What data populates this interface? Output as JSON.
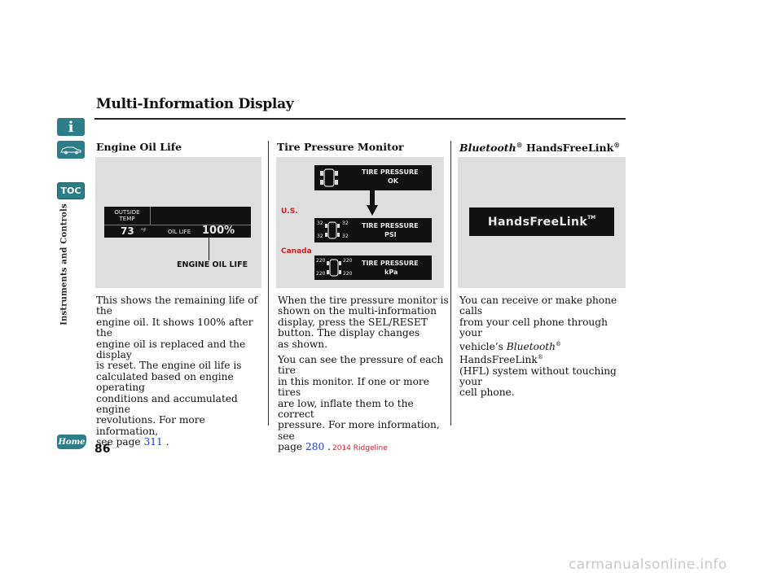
{
  "page": {
    "title": "Multi-Information Display",
    "section_label": "Instruments and Controls",
    "page_number": "86",
    "footer_text": "2014 Ridgeline",
    "watermark": "carmanualsonline.info"
  },
  "nav": {
    "info_icon": "i",
    "car_icon": "car-icon",
    "toc_label": "TOC",
    "home_label": "Home"
  },
  "columns": {
    "oil": {
      "heading": "Engine Oil Life",
      "display": {
        "outside_label_1": "OUTSIDE",
        "outside_label_2": "TEMP",
        "temp_value": "73",
        "temp_unit": "°F",
        "oil_label": "OIL LIFE",
        "oil_value": "100%"
      },
      "callout": "ENGINE OIL LIFE",
      "body_lines": [
        "This shows the remaining life of the",
        "engine oil. It shows 100% after the",
        "engine oil is replaced and the display",
        "is reset. The engine oil life is",
        "calculated based on engine operating",
        "conditions and accumulated engine",
        "revolutions. For more information,"
      ],
      "see_page_text": "see page",
      "see_page_link": "311",
      "see_page_end": "."
    },
    "tire": {
      "heading": "Tire Pressure Monitor",
      "screen1": {
        "line1": "TIRE PRESSURE",
        "line2": "OK"
      },
      "screen2": {
        "line1": "TIRE PRESSURE",
        "line2": "PSI",
        "values": [
          "32",
          "32",
          "32",
          "32"
        ]
      },
      "screen3": {
        "line1": "TIRE PRESSURE",
        "line2": "kPa",
        "values": [
          "220",
          "220",
          "220",
          "220"
        ]
      },
      "label_us": "U.S.",
      "label_canada": "Canada",
      "para1_lines": [
        "When the tire pressure monitor is",
        "shown on the multi-information",
        "display, press the SEL/RESET",
        "button. The display changes",
        "as shown."
      ],
      "para2_lines": [
        "You can see the pressure of each tire",
        "in this monitor. If one or more tires",
        "are low, inflate them to the correct",
        "pressure. For more information, see"
      ],
      "see_page_text": "page",
      "see_page_link": "280",
      "see_page_end": "."
    },
    "hfl": {
      "heading_brand": "Bluetooth",
      "heading_reg": "®",
      "heading_rest": " HandsFreeLink",
      "heading_reg2": "®",
      "display_text": "HandsFreeLink",
      "display_tm": "TM",
      "line1": "You can receive or make phone calls",
      "line2": "from your cell phone through your",
      "line3_a": "vehicle’s ",
      "line3_brand": "Bluetooth",
      "line3_reg": "®",
      "line3_b": " HandsFreeLink",
      "line3_reg2": "®",
      "line4": "(HFL) system without touching your",
      "line5": "cell phone."
    }
  },
  "colors": {
    "nav_teal": "#2d7d86",
    "label_red": "#cc2222",
    "link_blue": "#1e3fd0",
    "panel_gray": "#dedede"
  }
}
